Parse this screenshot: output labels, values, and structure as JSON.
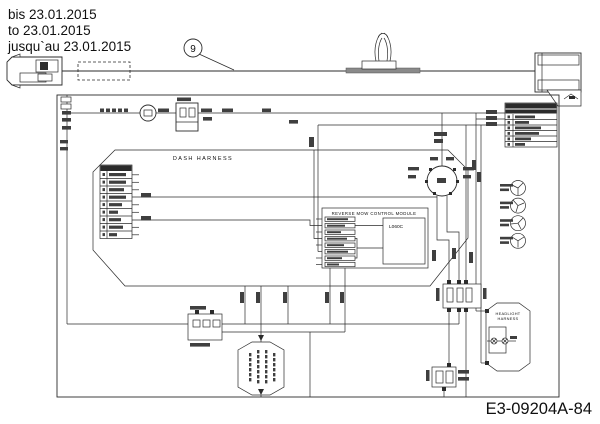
{
  "header": {
    "date_de": "bis 23.01.2015",
    "date_en": "to 23.01.2015",
    "date_fr": "jusqu`au 23.01.2015",
    "callout": "9"
  },
  "labels": {
    "dash_harness": "DASH HARNESS",
    "reverse_mow_module": "REVERSE MOW CONTROL MODULE",
    "module_chip": "L060C",
    "headlight_line1": "HEADLIGHT",
    "headlight_line2": "HARNESS"
  },
  "footer": {
    "part_number": "E3-09204A-84"
  },
  "colors": {
    "line": "#2b2b2b",
    "clip_gray": "#8a8a8a",
    "background": "#ffffff"
  }
}
